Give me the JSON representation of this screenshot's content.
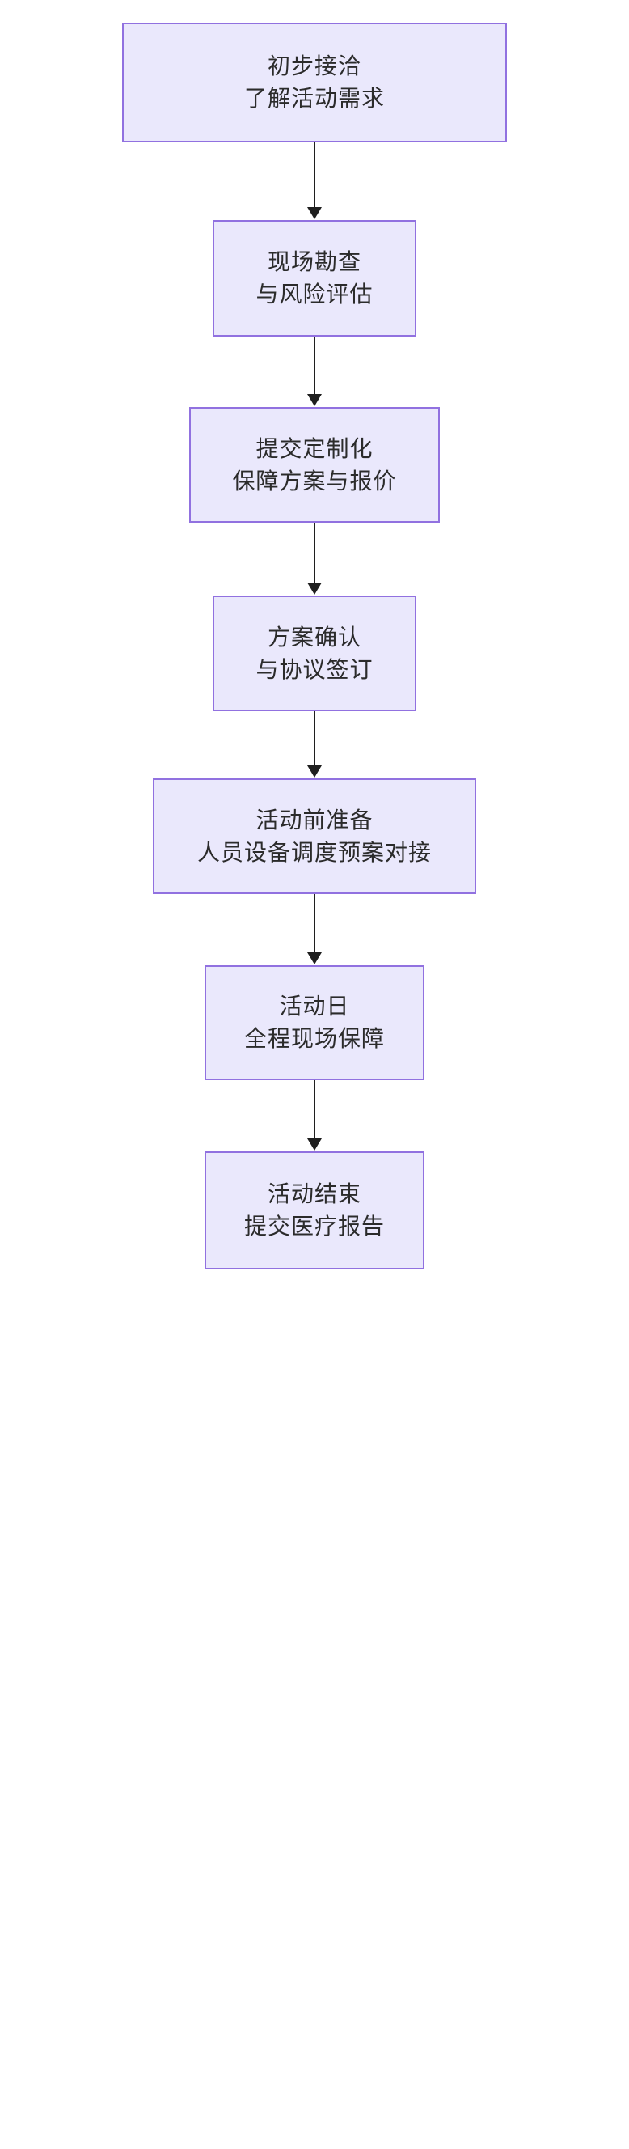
{
  "diagram": {
    "type": "flowchart",
    "orientation": "top-to-bottom",
    "colors": {
      "node_fill": "#eae8fc",
      "node_border": "#9171e0",
      "edge": "#1f1f1f",
      "text": "#2b2b2b",
      "background": "#ffffff"
    },
    "nodes": [
      {
        "id": "n1",
        "line1": "初步接洽",
        "line2": "了解活动需求"
      },
      {
        "id": "n2",
        "line1": "现场勘查",
        "line2": "与风险评估"
      },
      {
        "id": "n3",
        "line1": "提交定制化",
        "line2": "保障方案与报价"
      },
      {
        "id": "n4",
        "line1": "方案确认",
        "line2": "与协议签订"
      },
      {
        "id": "n5",
        "line1": "活动前准备",
        "line2": "人员设备调度预案对接"
      },
      {
        "id": "n6",
        "line1": "活动日",
        "line2": "全程现场保障"
      },
      {
        "id": "n7",
        "line1": "活动结束",
        "line2": "提交医疗报告"
      }
    ],
    "edges": [
      {
        "from": "n1",
        "to": "n2",
        "label": ""
      },
      {
        "from": "n2",
        "to": "n3",
        "label": ""
      },
      {
        "from": "n3",
        "to": "n4",
        "label": ""
      },
      {
        "from": "n4",
        "to": "n5",
        "label": ""
      },
      {
        "from": "n5",
        "to": "n6",
        "label": ""
      },
      {
        "from": "n6",
        "to": "n7",
        "label": ""
      }
    ]
  }
}
